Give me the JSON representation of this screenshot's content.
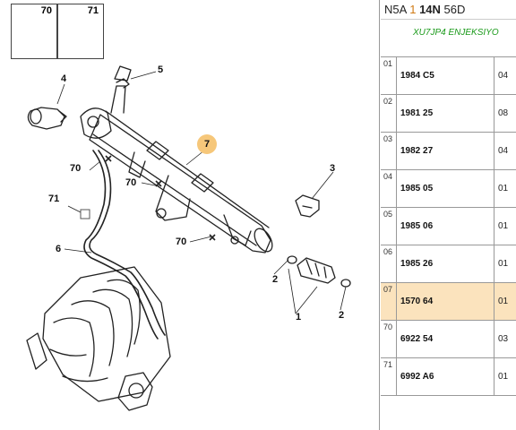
{
  "header": {
    "code1": "N5A",
    "code2": "1",
    "code3": "14N",
    "code4": "56D"
  },
  "subtitle": "XU7JP4 ENJEKSIYO",
  "kits": [
    {
      "label": "70"
    },
    {
      "label": "71"
    }
  ],
  "callouts": {
    "c1": "1",
    "c2a": "2",
    "c2b": "2",
    "c3": "3",
    "c4": "4",
    "c5": "5",
    "c6": "6",
    "c7": "7",
    "c70a": "70",
    "c70b": "70",
    "c70c": "70",
    "c71": "71"
  },
  "parts": [
    {
      "num": "01",
      "ref": "1984 C5",
      "qty": "04"
    },
    {
      "num": "02",
      "ref": "1981 25",
      "qty": "08"
    },
    {
      "num": "03",
      "ref": "1982 27",
      "qty": "04"
    },
    {
      "num": "04",
      "ref": "1985 05",
      "qty": "01"
    },
    {
      "num": "05",
      "ref": "1985 06",
      "qty": "01"
    },
    {
      "num": "06",
      "ref": "1985 26",
      "qty": "01"
    },
    {
      "num": "07",
      "ref": "1570 64",
      "qty": "01"
    },
    {
      "num": "70",
      "ref": "6922 54",
      "qty": "03"
    },
    {
      "num": "71",
      "ref": "6992 A6",
      "qty": "01"
    }
  ],
  "colors": {
    "selected_row": "#fbe3bd",
    "accent": "#d07a14",
    "subtitle": "#1a9a1a",
    "highlight": "#f6c77a"
  },
  "selected_index": 6
}
